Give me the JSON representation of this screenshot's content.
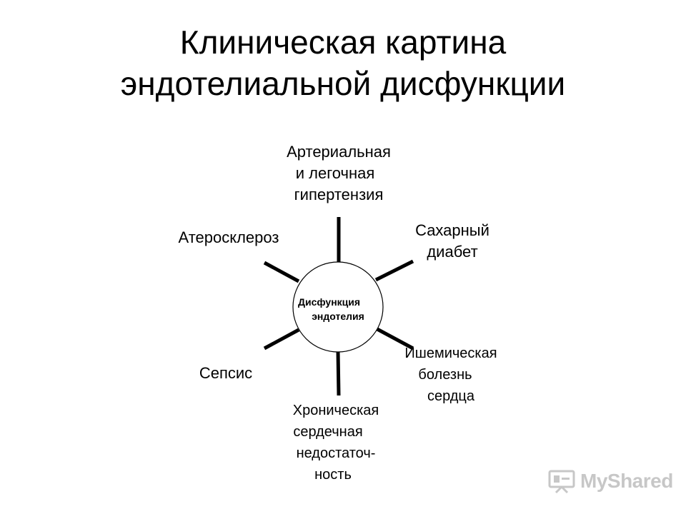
{
  "slide": {
    "title_line1": "Клиническая картина",
    "title_line2": "эндотелиальной дисфункции"
  },
  "center": {
    "line1": "Дисфункция",
    "line2": "эндотелия"
  },
  "nodes": [
    {
      "id": "hypertension",
      "lines": [
        "Артериальная",
        "и легочная",
        "гипертензия"
      ]
    },
    {
      "id": "diabetes",
      "lines": [
        "Сахарный",
        "диабет"
      ]
    },
    {
      "id": "ischemic",
      "lines": [
        "Ишемическая",
        "болезнь",
        "сердца"
      ]
    },
    {
      "id": "heart-failure",
      "lines": [
        "Хроническая",
        "сердечная",
        "недостаточ-",
        "ность"
      ]
    },
    {
      "id": "sepsis",
      "lines": [
        "Сепсис"
      ]
    },
    {
      "id": "atherosclerosis",
      "lines": [
        "Атеросклероз"
      ]
    }
  ],
  "watermark": {
    "brand_my": "My",
    "brand_shared": "Shared"
  },
  "colors": {
    "line": "#000000",
    "background": "#ffffff",
    "watermark": "#9a9a9a"
  }
}
